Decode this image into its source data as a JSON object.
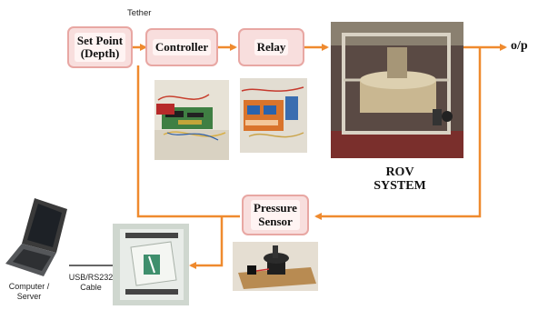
{
  "diagram": {
    "blocks": {
      "set_point": {
        "line1": "Set Point",
        "line2": "(Depth)"
      },
      "controller": "Controller",
      "relay": "Relay",
      "pressure_sensor": {
        "line1": "Pressure",
        "line2": "Sensor"
      }
    },
    "labels": {
      "tether": "Tether",
      "output": "o/p",
      "rov_line1": "ROV",
      "rov_line2": "SYSTEM",
      "cable_line1": "USB/RS232",
      "cable_line2": "Cable",
      "computer_line1": "Computer /",
      "computer_line2": "Server"
    },
    "colors": {
      "arrow": "#ef8a2e",
      "block_fill": "#f8dedd",
      "block_border": "#e8a7a3"
    }
  }
}
